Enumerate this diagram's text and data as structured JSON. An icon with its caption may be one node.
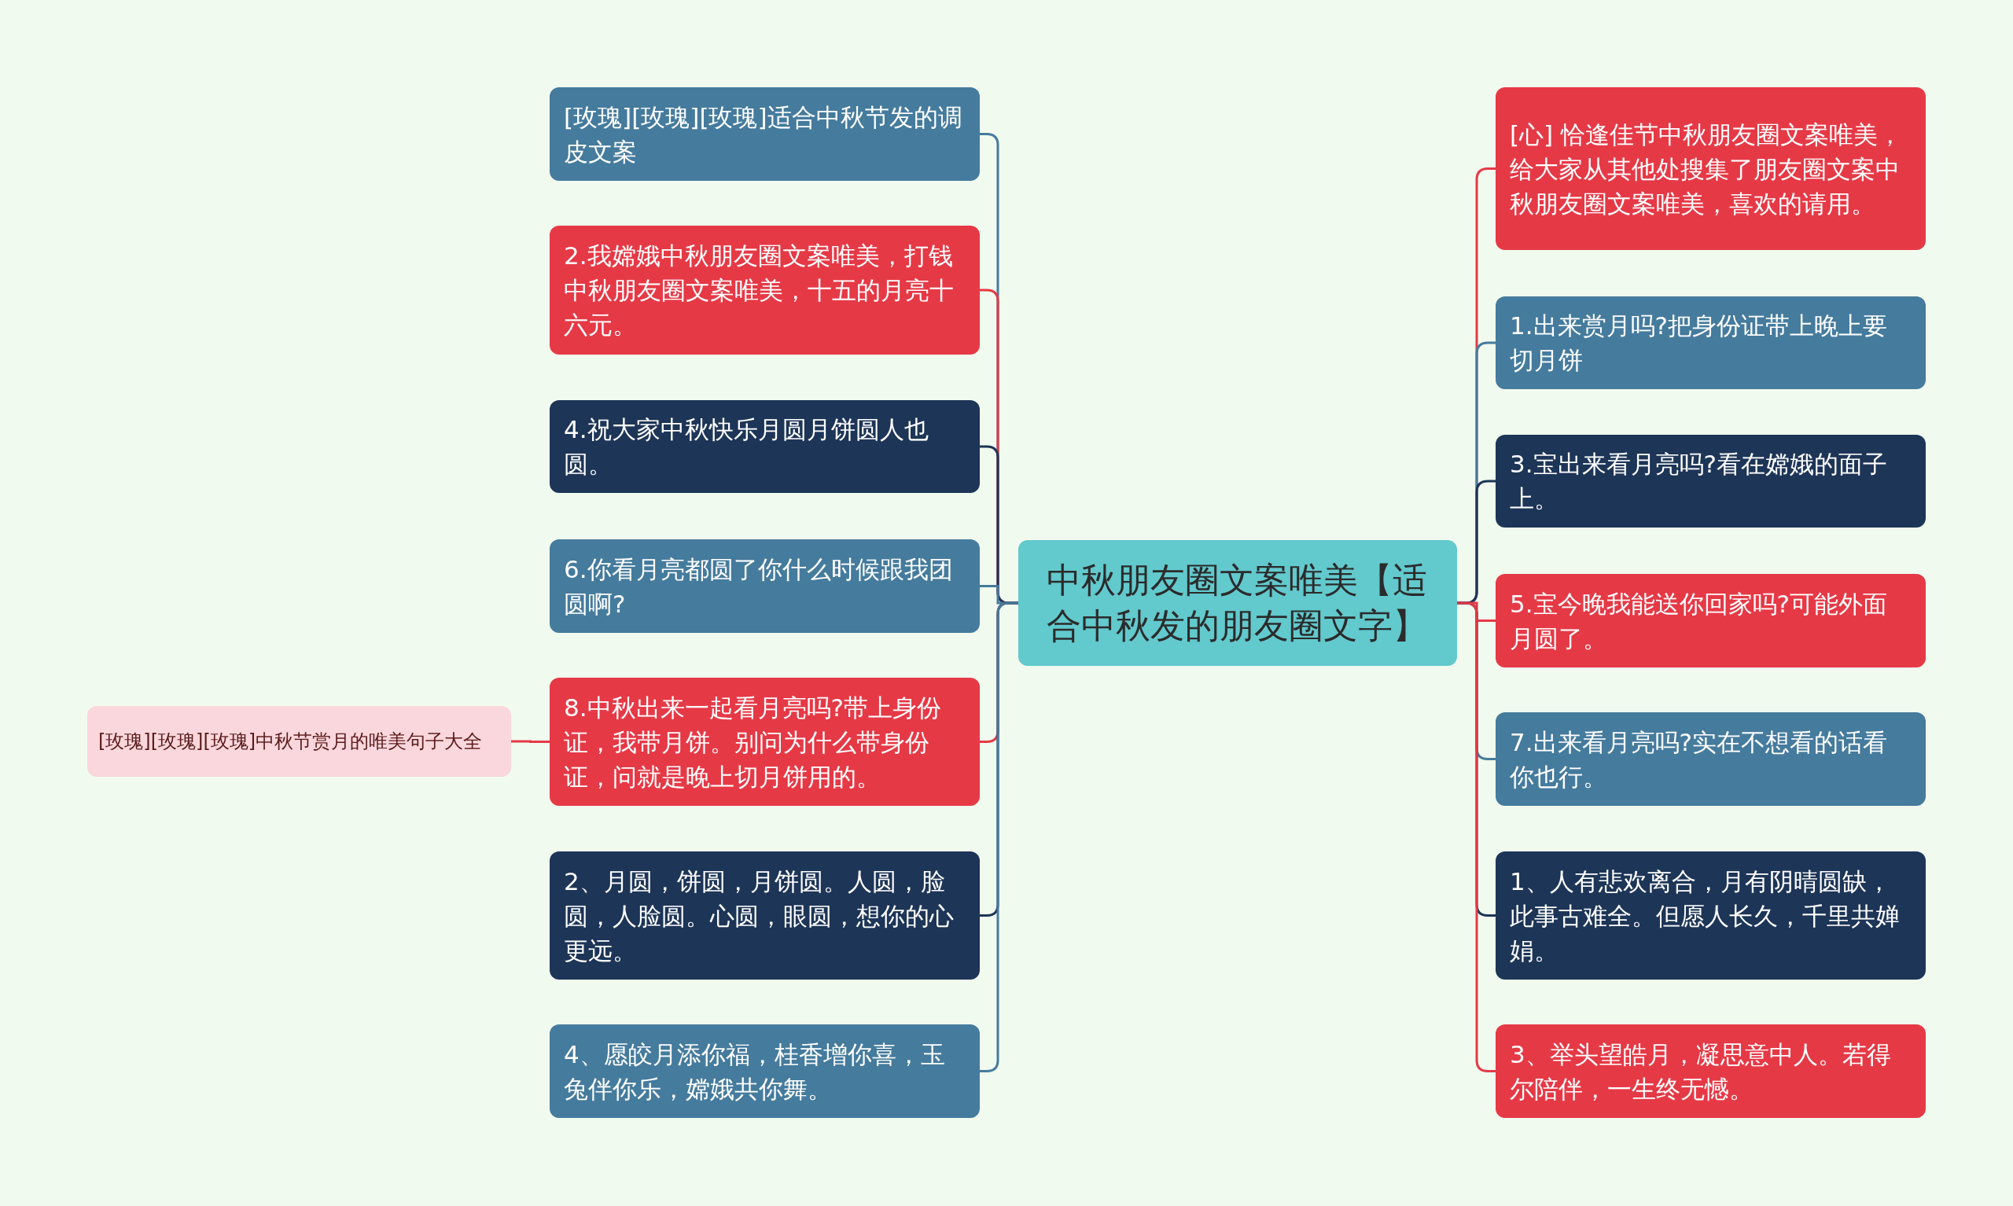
{
  "diagram": {
    "nodes": [
      {
        "text": [
          "中秋朋友圈文案唯美【适合中秋发的朋友圈文字】"
        ]
      },
      {
        "text": [
          "[玫瑰][玫瑰][玫瑰]适合中秋节发的调皮文案"
        ]
      },
      {
        "text": [
          "2.我嫦娥中秋朋友圈文案唯美，打钱中秋朋友圈文案唯美，十五的月亮十六元。"
        ]
      },
      {
        "text": [
          "4.祝大家中秋快乐月圆月饼圆人也圆。"
        ]
      },
      {
        "text": [
          "6.你看月亮都圆了你什么时候跟我团圆啊?"
        ]
      },
      {
        "text": [
          "8.中秋出来一起看月亮吗?带上身份证，我带月饼。别问为什么带身份证，问就是晚上切月饼用的。"
        ]
      },
      {
        "text": [
          "2、月圆，饼圆，月饼圆。人圆，脸圆，人脸圆。心圆，眼圆，想你的心更远。"
        ]
      },
      {
        "text": [
          "4、愿皎月添你福，桂香增你喜，玉兔伴你乐，嫦娥共你舞。"
        ]
      },
      {
        "text": [
          "[玫瑰][玫瑰][玫瑰]中秋节赏月的唯美句子大全"
        ]
      },
      {
        "text": [
          "[心] 恰逢佳节中秋朋友圈文案唯美，给大家从其他处搜集了朋友圈文案中秋朋友圈文案唯美，喜欢的请用。"
        ]
      },
      {
        "text": [
          "1.出来赏月吗?把身份证带上晚上要切月饼"
        ]
      },
      {
        "text": [
          "3.宝出来看月亮吗?看在嫦娥的面子上。"
        ]
      },
      {
        "text": [
          "5.宝今晚我能送你回家吗?可能外面月圆了。"
        ]
      },
      {
        "text": [
          "7.出来看月亮吗?实在不想看的话看你也行。"
        ]
      },
      {
        "text": [
          "1、人有悲欢离合，月有阴晴圆缺，此事古难全。但愿人长久，千里共婵娟。"
        ]
      },
      {
        "text": [
          "3、举头望皓月，凝思意中人。若得尔陪伴，一生终无憾。"
        ]
      }
    ],
    "edges": [
      {
        "from": 0,
        "to": 1,
        "arrow": "none",
        "color": "#457b9d"
      },
      {
        "from": 0,
        "to": 2,
        "arrow": "none",
        "color": "#e63946"
      },
      {
        "from": 0,
        "to": 3,
        "arrow": "none",
        "color": "#1d3557"
      },
      {
        "from": 0,
        "to": 4,
        "arrow": "none",
        "color": "#457b9d"
      },
      {
        "from": 0,
        "to": 5,
        "arrow": "none",
        "color": "#e63946"
      },
      {
        "from": 0,
        "to": 6,
        "arrow": "none",
        "color": "#1d3557"
      },
      {
        "from": 0,
        "to": 7,
        "arrow": "none",
        "color": "#457b9d"
      },
      {
        "from": 5,
        "to": 8,
        "arrow": "none",
        "color": "#e63946"
      },
      {
        "from": 0,
        "to": 9,
        "arrow": "none",
        "color": "#e63946"
      },
      {
        "from": 0,
        "to": 10,
        "arrow": "none",
        "color": "#457b9d"
      },
      {
        "from": 0,
        "to": 11,
        "arrow": "none",
        "color": "#1d3557"
      },
      {
        "from": 0,
        "to": 12,
        "arrow": "none",
        "color": "#e63946"
      },
      {
        "from": 0,
        "to": 13,
        "arrow": "none",
        "color": "#457b9d"
      },
      {
        "from": 0,
        "to": 14,
        "arrow": "none",
        "color": "#1d3557"
      },
      {
        "from": 0,
        "to": 15,
        "arrow": "none",
        "color": "#e63946"
      }
    ]
  }
}
